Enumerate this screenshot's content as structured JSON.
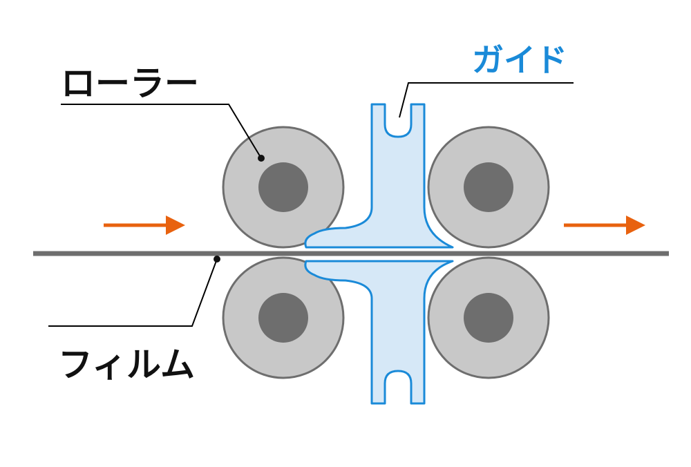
{
  "labels": {
    "roller": "ローラー",
    "guide": "ガイド",
    "film": "フィルム"
  },
  "colors": {
    "roller_outer_fill": "#c8c8c8",
    "roller_outer_stroke": "#6e6e6e",
    "roller_core": "#6e6e6e",
    "guide_fill": "#d6e8f7",
    "guide_stroke": "#1a8ad8",
    "guide_label": "#1a8ad8",
    "film": "#6e6e6e",
    "arrow": "#e8620f",
    "leader_line": "#000000",
    "text": "#111111"
  },
  "icons": {
    "flow_arrow_left": "right-arrow-icon",
    "flow_arrow_right": "right-arrow-icon"
  }
}
